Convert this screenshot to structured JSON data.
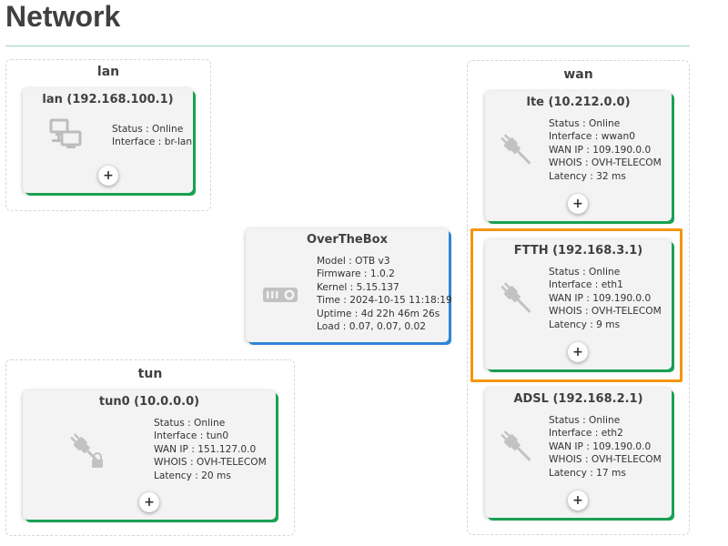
{
  "page": {
    "title": "Network"
  },
  "zones": {
    "lan": {
      "title": "lan"
    },
    "wan": {
      "title": "wan"
    },
    "tun": {
      "title": "tun"
    }
  },
  "cards": {
    "lan": {
      "title": "lan (192.168.100.1)",
      "icon": "network-computers-icon",
      "lines": [
        "Status : Online",
        "Interface : br-lan"
      ],
      "accent": "#1aa052"
    },
    "lte": {
      "title": "lte (10.212.0.0)",
      "icon": "plug-icon",
      "lines": [
        "Status : Online",
        "Interface : wwan0",
        "WAN IP : 109.190.0.0",
        "WHOIS : OVH-TELECOM",
        "Latency : 32 ms"
      ],
      "accent": "#1aa052"
    },
    "overthebox": {
      "title": "OverTheBox",
      "icon": "projector-device-icon",
      "lines": [
        "Model : OTB v3",
        "Firmware : 1.0.2",
        "Kernel : 5.15.137",
        "Time : 2024-10-15 11:18:19",
        "Uptime : 4d 22h 46m 26s",
        "Load : 0.07, 0.07, 0.02"
      ],
      "accent": "#2f86d5"
    },
    "ftth": {
      "title": "FTTH (192.168.3.1)",
      "icon": "plug-icon",
      "lines": [
        "Status : Online",
        "Interface : eth1",
        "WAN IP : 109.190.0.0",
        "WHOIS : OVH-TELECOM",
        "Latency : 9 ms"
      ],
      "accent": "#1aa052"
    },
    "tun0": {
      "title": "tun0 (10.0.0.0)",
      "icon": "plug-lock-icon",
      "lines": [
        "Status : Online",
        "Interface : tun0",
        "WAN IP : 151.127.0.0",
        "WHOIS : OVH-TELECOM",
        "Latency : 20 ms"
      ],
      "accent": "#1aa052"
    },
    "adsl": {
      "title": "ADSL (192.168.2.1)",
      "icon": "plug-icon",
      "lines": [
        "Status : Online",
        "Interface : eth2",
        "WAN IP : 109.190.0.0",
        "WHOIS : OVH-TELECOM",
        "Latency : 17 ms"
      ],
      "accent": "#1aa052"
    }
  },
  "add_label": "+",
  "highlight_color": "#f5960c"
}
